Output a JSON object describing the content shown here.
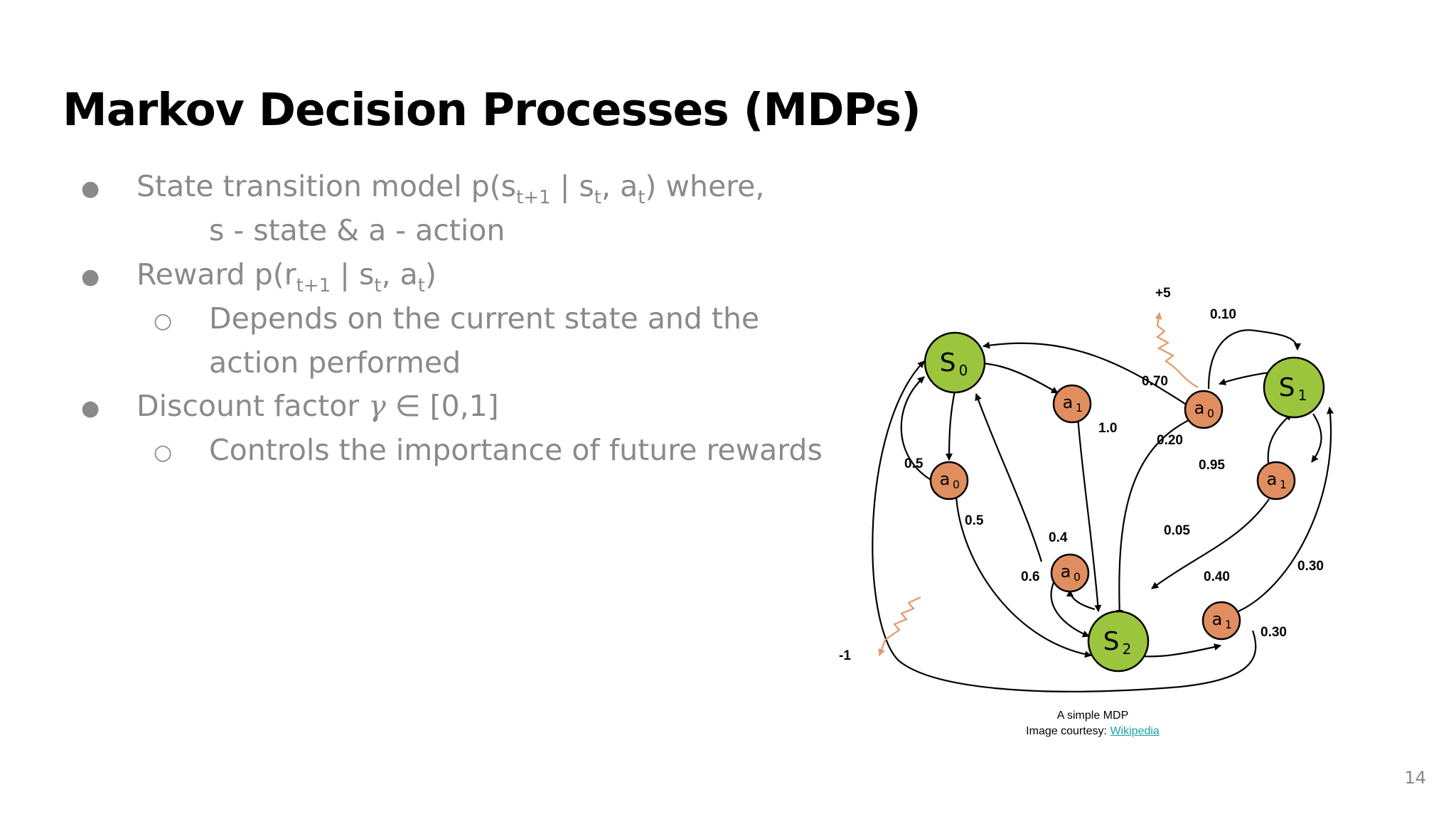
{
  "slide": {
    "title": "Markov Decision Processes (MDPs)",
    "page_number": "14",
    "bullet_marker": "●",
    "sub_bullet_marker": "○",
    "bullets": {
      "b1": {
        "p1": "State transition model p(s",
        "sub1": "t+1",
        "p2": " | s",
        "sub2": "t",
        "p3": ", a",
        "sub3": "t",
        "p4": ") where,",
        "cont": "s - state & a - action"
      },
      "b2": {
        "p1": "Reward p(r",
        "sub1": "t+1",
        "p2": " | s",
        "sub2": "t",
        "p3": ", a",
        "sub3": "t",
        "p4": ")",
        "sub": "Depends on the current state and the",
        "sub_cont": "action performed"
      },
      "b3": {
        "p1": "Discount factor ",
        "gamma": "γ",
        "p2": " ∈ [0,1]",
        "sub": "Controls the importance of future rewards"
      }
    }
  },
  "figure": {
    "caption": "A simple MDP",
    "courtesy_prefix": "Image courtesy: ",
    "courtesy_link": "Wikipedia",
    "colors": {
      "state": "#9bc53d",
      "action": "#e08e5f",
      "reward": "#e59866"
    },
    "states": [
      {
        "id": "s0",
        "letter": "S",
        "sub": "0"
      },
      {
        "id": "s1",
        "letter": "S",
        "sub": "1"
      },
      {
        "id": "s2",
        "letter": "S",
        "sub": "2"
      }
    ],
    "actions": [
      {
        "id": "s0a0",
        "letter": "a",
        "sub": "0"
      },
      {
        "id": "s0a1",
        "letter": "a",
        "sub": "1"
      },
      {
        "id": "s1a0",
        "letter": "a",
        "sub": "0"
      },
      {
        "id": "s1a1",
        "letter": "a",
        "sub": "1"
      },
      {
        "id": "s2a0",
        "letter": "a",
        "sub": "0"
      },
      {
        "id": "s2a1",
        "letter": "a",
        "sub": "1"
      }
    ],
    "probabilities": [
      "0.5",
      "0.5",
      "1.0",
      "0.70",
      "0.20",
      "0.10",
      "0.95",
      "0.05",
      "0.4",
      "0.6",
      "0.40",
      "0.30",
      "0.30"
    ],
    "rewards": [
      "+5",
      "-1"
    ]
  }
}
